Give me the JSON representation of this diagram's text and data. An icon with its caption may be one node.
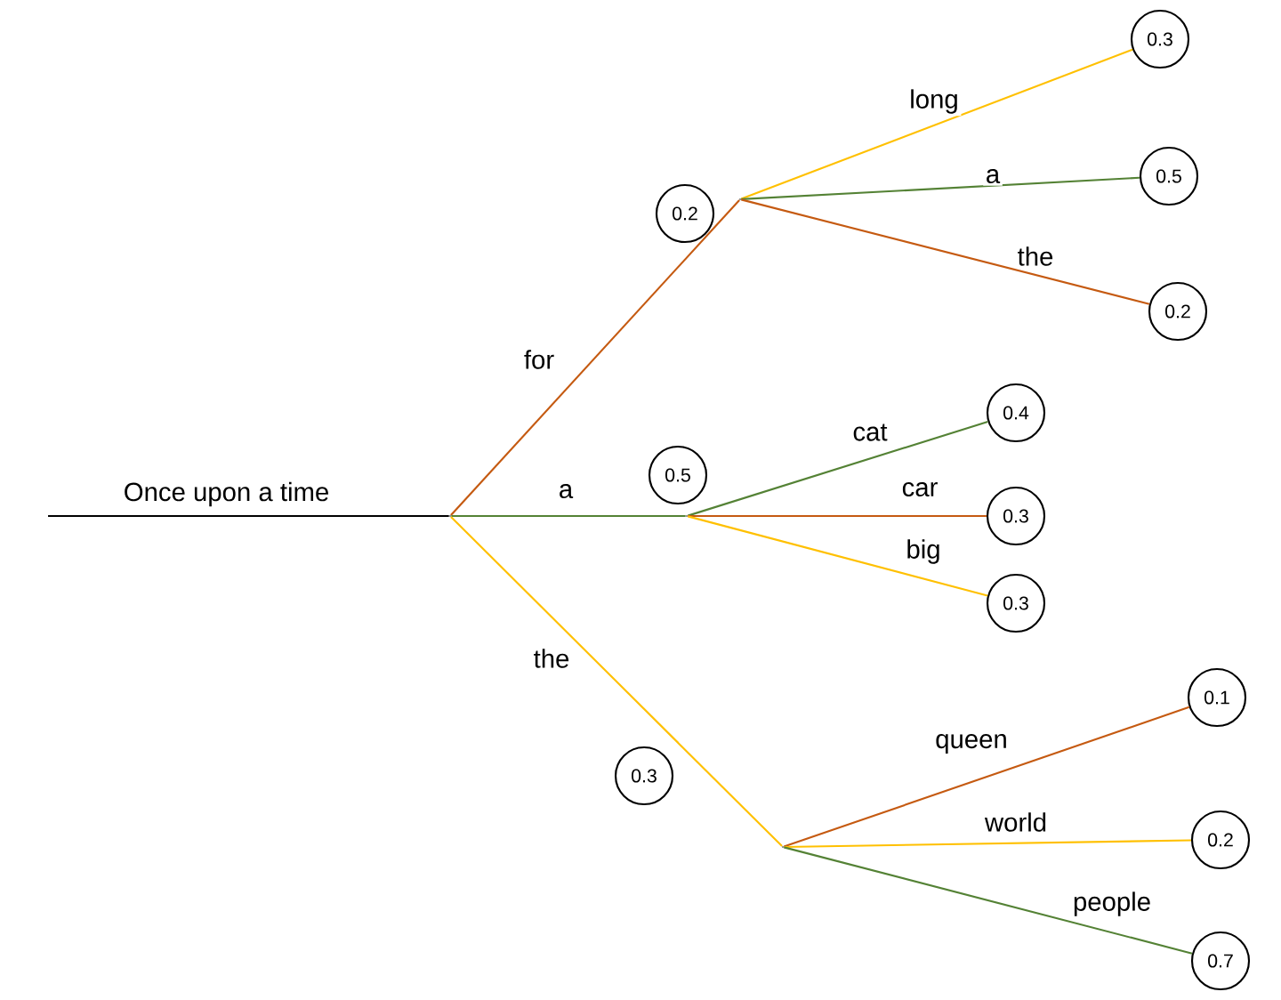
{
  "diagram": {
    "nodes": [
      {
        "text": [
          "Once upon a time"
        ]
      },
      {
        "text": [],
        "shape": "point"
      },
      {
        "text": [
          "0.2"
        ]
      },
      {
        "text": [],
        "shape": "point"
      },
      {
        "text": [
          "0.3"
        ]
      },
      {
        "text": [
          "0.5"
        ]
      },
      {
        "text": [
          "0.2"
        ]
      },
      {
        "text": [
          "0.5"
        ]
      },
      {
        "text": [],
        "shape": "point"
      },
      {
        "text": [
          "0.4"
        ]
      },
      {
        "text": [
          "0.3"
        ]
      },
      {
        "text": [
          "0.3"
        ]
      },
      {
        "text": [
          "0.3"
        ]
      },
      {
        "text": [],
        "shape": "point"
      },
      {
        "text": [
          "0.1"
        ]
      },
      {
        "text": [
          "0.2"
        ]
      },
      {
        "text": [
          "0.7"
        ]
      }
    ],
    "edges": [
      {
        "from": 0,
        "to": 1,
        "arrow": "none",
        "color": "#000000"
      },
      {
        "from": 1,
        "to": 3,
        "arrow": "none",
        "label": "for",
        "color": "#c55a11"
      },
      {
        "from": 1,
        "to": 8,
        "arrow": "none",
        "label": "a",
        "color": "#548235"
      },
      {
        "from": 1,
        "to": 13,
        "arrow": "none",
        "label": "the",
        "color": "#ffc000"
      },
      {
        "from": 3,
        "to": 4,
        "arrow": "none",
        "label": "long",
        "color": "#ffc000"
      },
      {
        "from": 3,
        "to": 5,
        "arrow": "none",
        "label": "a",
        "color": "#548235"
      },
      {
        "from": 3,
        "to": 6,
        "arrow": "none",
        "label": "the",
        "color": "#c55a11"
      },
      {
        "from": 8,
        "to": 9,
        "arrow": "none",
        "label": "cat",
        "color": "#548235"
      },
      {
        "from": 8,
        "to": 10,
        "arrow": "none",
        "label": "car",
        "color": "#c55a11"
      },
      {
        "from": 8,
        "to": 11,
        "arrow": "none",
        "label": "big",
        "color": "#ffc000"
      },
      {
        "from": 13,
        "to": 14,
        "arrow": "none",
        "label": "queen",
        "color": "#c55a11"
      },
      {
        "from": 13,
        "to": 15,
        "arrow": "none",
        "label": "world",
        "color": "#ffc000"
      },
      {
        "from": 13,
        "to": 16,
        "arrow": "none",
        "label": "people",
        "color": "#548235"
      }
    ]
  }
}
